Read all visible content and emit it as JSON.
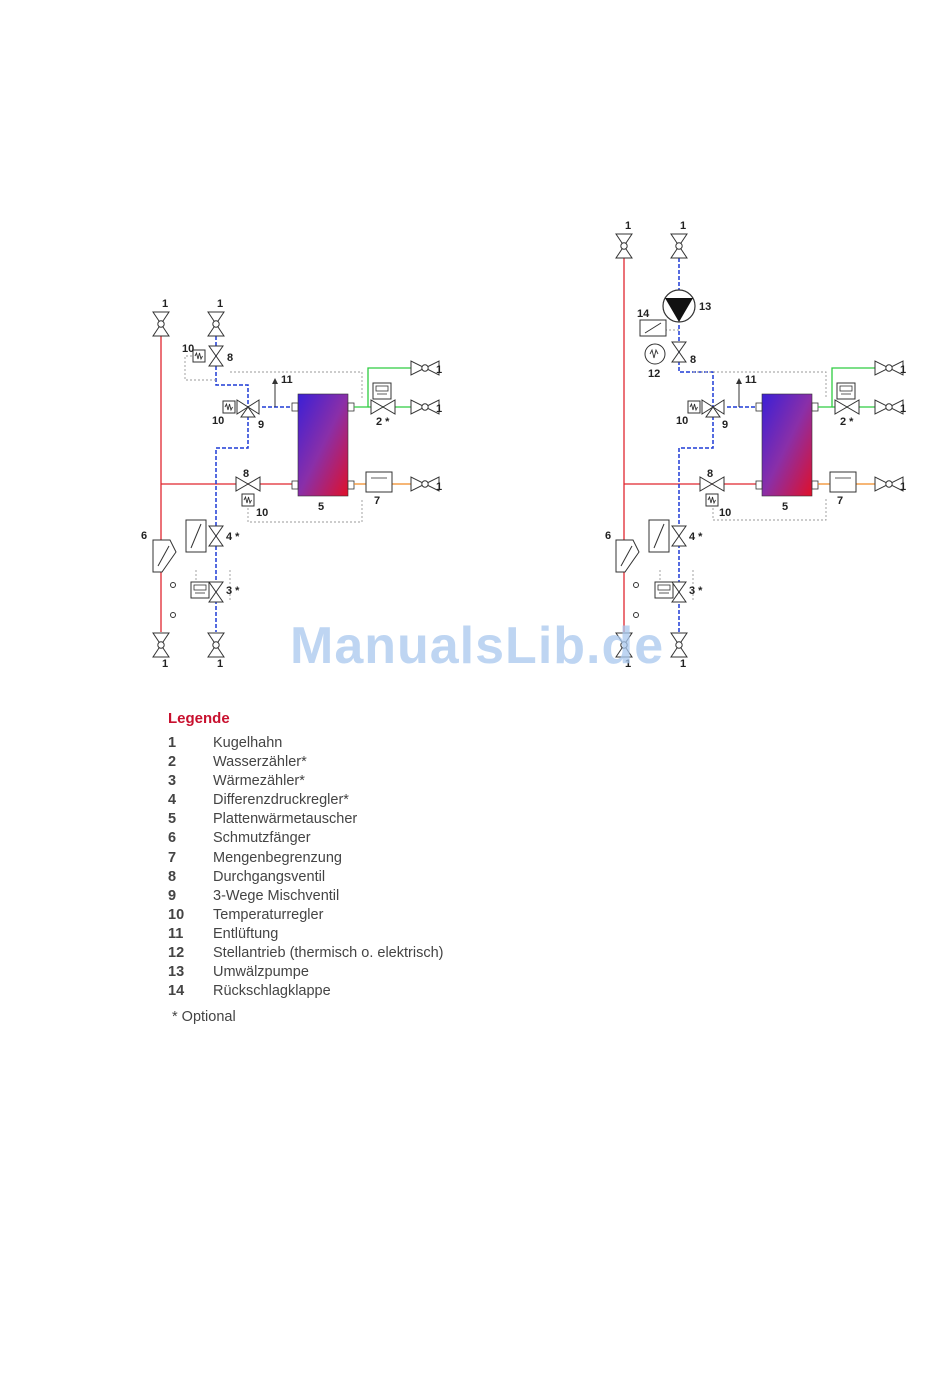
{
  "diagram_left": {
    "labels": {
      "kugelhahn_top_supply": "1",
      "kugelhahn_top_return": "1",
      "kugelhahn_out_1": "1",
      "kugelhahn_out_2": "1",
      "kugelhahn_out_3": "1",
      "kugelhahn_bottom_supply": "1",
      "kugelhahn_bottom_return": "1",
      "temperaturregler_top": "10",
      "durchgangsventil_top": "8",
      "entlueftung": "11",
      "temperaturregler_mix": "10",
      "mischventil": "9",
      "wasserzaehler": "2 *",
      "durchgangsventil_mid": "8",
      "temperaturregler_mid": "10",
      "waermetauscher": "5",
      "mengenbegrenzung": "7",
      "schmutzfaenger": "6",
      "differenzdruckregler": "4 *",
      "waermezaehler": "3 *"
    }
  },
  "diagram_right": {
    "labels": {
      "kugelhahn_top_supply": "1",
      "kugelhahn_top_return": "1",
      "kugelhahn_out_1": "1",
      "kugelhahn_out_2": "1",
      "kugelhahn_out_3": "1",
      "kugelhahn_bottom_supply": "1",
      "kugelhahn_bottom_return": "1",
      "umwaelzpumpe": "13",
      "rueckschlagklappe": "14",
      "durchgangsventil_top": "8",
      "stellantrieb": "12",
      "entlueftung": "11",
      "temperaturregler_mix": "10",
      "mischventil": "9",
      "wasserzaehler": "2 *",
      "durchgangsventil_mid": "8",
      "temperaturregler_mid": "10",
      "waermetauscher": "5",
      "mengenbegrenzung": "7",
      "schmutzfaenger": "6",
      "differenzdruckregler": "4 *",
      "waermezaehler": "3 *"
    }
  },
  "legend": {
    "title": "Legende",
    "items": [
      {
        "num": "1",
        "label": "Kugelhahn"
      },
      {
        "num": "2",
        "label": "Wasserzähler*"
      },
      {
        "num": "3",
        "label": "Wärmezähler*"
      },
      {
        "num": "4",
        "label": "Differenzdruckregler*"
      },
      {
        "num": "5",
        "label": "Plattenwärmetauscher"
      },
      {
        "num": "6",
        "label": "Schmutzfänger"
      },
      {
        "num": "7",
        "label": "Mengenbegrenzung"
      },
      {
        "num": "8",
        "label": "Durchgangsventil"
      },
      {
        "num": "9",
        "label": "3-Wege Mischventil"
      },
      {
        "num": "10",
        "label": "Temperaturregler"
      },
      {
        "num": "11",
        "label": "Entlüftung"
      },
      {
        "num": "12",
        "label": "Stellantrieb (thermisch o. elektrisch)"
      },
      {
        "num": "13",
        "label": "Umwälzpumpe"
      },
      {
        "num": "14",
        "label": "Rückschlagklappe"
      }
    ],
    "note": "* Optional"
  },
  "watermark": "ManualsLib.de",
  "colors": {
    "supply_line": "#e0262f",
    "return_line": "#1f3bd6",
    "output_line": "#2ecc40",
    "orange_line": "#f08a24",
    "control_line": "#999999",
    "legend_title": "#c8102e"
  }
}
